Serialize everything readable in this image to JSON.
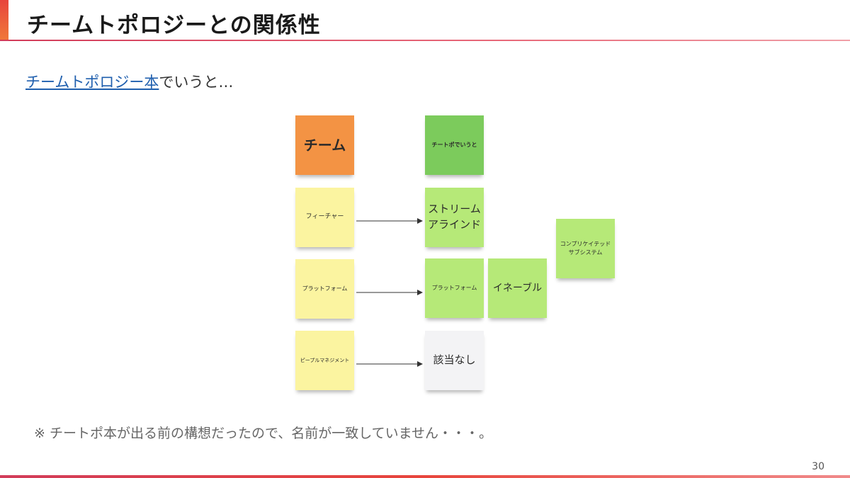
{
  "slide": {
    "title": "チームトポロジーとの関係性",
    "subtitle_link": "チームトポロジー本",
    "subtitle_rest": "でいうと…",
    "note": "※ チートポ本が出る前の構想だったので、名前が一致していません・・・。",
    "page_number": "30"
  },
  "stickies": {
    "team_header": "チーム",
    "topology_header": "チートポでいうと",
    "feature": "フィーチャー",
    "platform_left": "プラットフォーム",
    "people_mgmt": "ピープルマネジメント",
    "stream_aligned": "ストリーム\nアラインド",
    "platform_right": "プラットフォーム",
    "enabling": "イネーブル",
    "complicated": "コンプリケイテッド\nサブシステム",
    "not_applicable": "該当なし"
  },
  "colors": {
    "orange": "#f39344",
    "yellow": "#fbf4a0",
    "green_dark": "#7ccb5c",
    "green_light": "#b6e978",
    "gray": "#f3f3f5",
    "accent": "#e8453c",
    "link": "#1f5fae"
  }
}
